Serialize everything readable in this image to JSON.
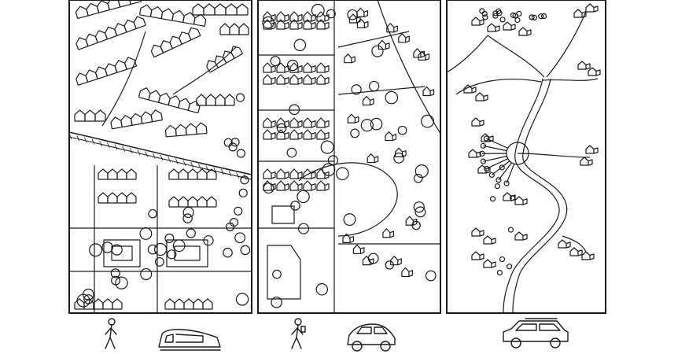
{
  "panels": [
    {
      "name": "dense-urban-panel",
      "icons": [
        "walking-person-icon",
        "train-icon"
      ]
    },
    {
      "name": "suburban-panel",
      "icons": [
        "walking-person-icon",
        "small-car-icon"
      ]
    },
    {
      "name": "sprawl-panel",
      "icons": [
        "suv-icon"
      ]
    }
  ],
  "colors": {
    "ink": "#1a1a1a",
    "paper": "#ffffff"
  }
}
